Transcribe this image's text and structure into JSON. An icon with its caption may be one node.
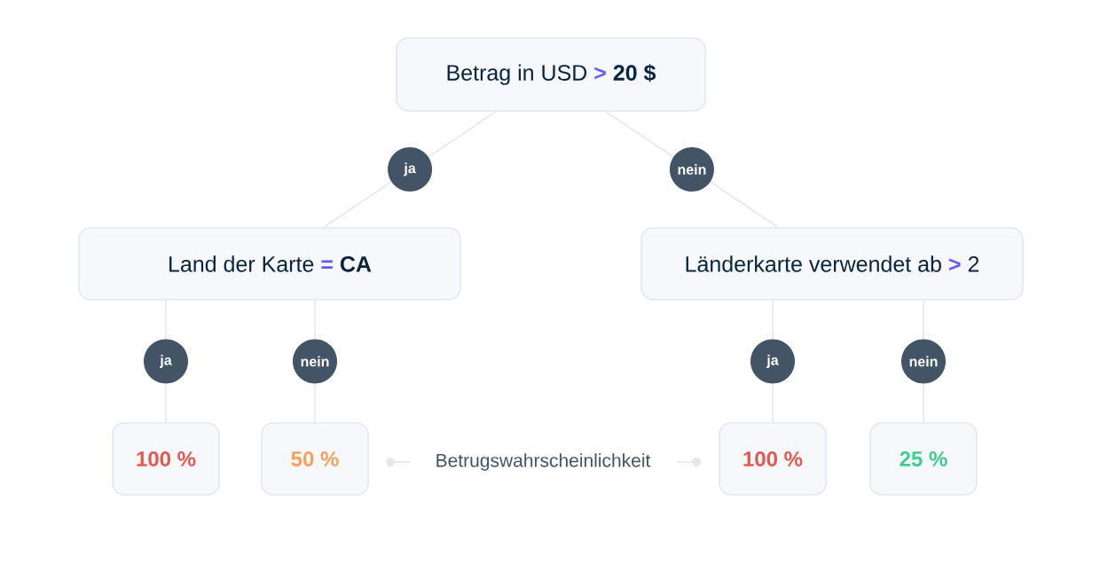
{
  "diagram": {
    "nodes": [
      {
        "text": [
          "Betrag in USD",
          ">",
          "20 $"
        ]
      },
      {
        "text": [
          "Land der Karte",
          "=",
          "CA"
        ]
      },
      {
        "text": [
          "Länderkarte verwendet ab",
          ">",
          "2"
        ]
      },
      {
        "text": [
          "100 %"
        ]
      },
      {
        "text": [
          "50 %"
        ]
      },
      {
        "text": [
          "100 %"
        ]
      },
      {
        "text": [
          "25 %"
        ]
      }
    ],
    "edges": [
      {
        "from": 0,
        "to": 1,
        "arrow": "none",
        "label": "ja"
      },
      {
        "from": 0,
        "to": 2,
        "arrow": "none",
        "label": "nein"
      },
      {
        "from": 1,
        "to": 3,
        "arrow": "none",
        "label": "ja"
      },
      {
        "from": 1,
        "to": 4,
        "arrow": "none",
        "label": "nein"
      },
      {
        "from": 2,
        "to": 5,
        "arrow": "none",
        "label": "ja"
      },
      {
        "from": 2,
        "to": 6,
        "arrow": "none",
        "label": "nein"
      }
    ],
    "labels": [
      "Betrugswahrscheinlichkeit"
    ]
  }
}
